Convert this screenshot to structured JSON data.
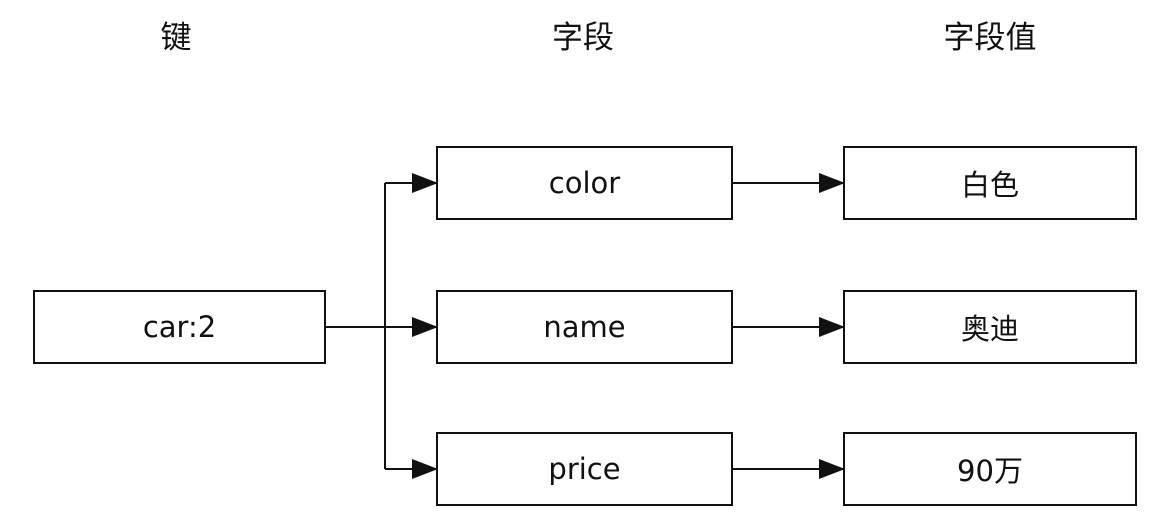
{
  "headers": {
    "key": "键",
    "field": "字段",
    "value": "字段值"
  },
  "key_box": {
    "label": "car:2"
  },
  "fields": [
    {
      "field": "color",
      "value": "白色"
    },
    {
      "field": "name",
      "value": "奥迪"
    },
    {
      "field": "price",
      "value": "90万"
    }
  ],
  "colors": {
    "stroke": "#111111",
    "background": "#ffffff"
  }
}
